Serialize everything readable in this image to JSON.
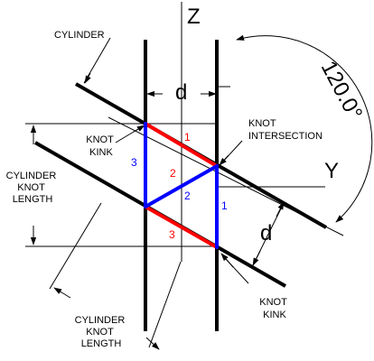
{
  "axes": {
    "z": "Z",
    "y": "Y"
  },
  "dims": {
    "d_top": "d",
    "d_right": "d",
    "angle": "120.0°"
  },
  "labels": {
    "cylinder": "CYLINDER",
    "knot_kink_upper": [
      "KNOT",
      "KINK"
    ],
    "knot_intersection": [
      "KNOT",
      "INTERSECTION"
    ],
    "cylinder_knot_length_left": [
      "CYLINDER",
      "KNOT",
      "LENGTH"
    ],
    "cylinder_knot_length_bottom": [
      "CYLINDER",
      "KNOT",
      "LENGTH"
    ],
    "knot_kink_lower": [
      "KNOT",
      "KINK"
    ]
  },
  "segments": {
    "red": [
      "1",
      "2",
      "3"
    ],
    "blue": [
      "1",
      "2",
      "3"
    ]
  },
  "colors": {
    "red": "#ff0000",
    "blue": "#0000ff",
    "black": "#000000"
  }
}
